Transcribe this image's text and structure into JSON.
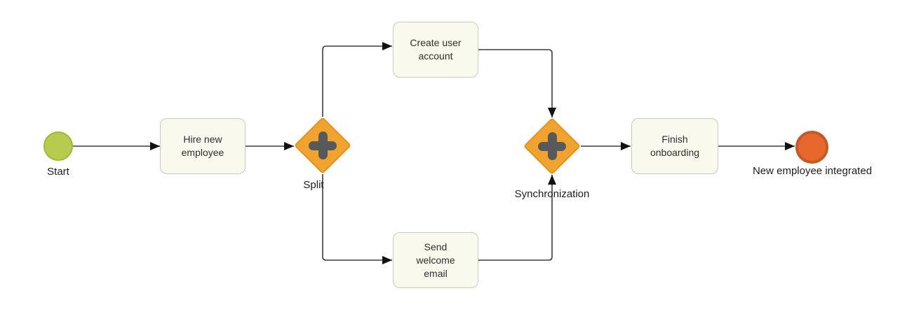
{
  "diagram": {
    "type": "bpmn-process",
    "start_event": {
      "label": "Start",
      "shape": "circle"
    },
    "tasks": {
      "hire": {
        "label": "Hire new\nemployee"
      },
      "create_account": {
        "label": "Create user\naccount"
      },
      "send_email": {
        "label": "Send\nwelcome\nemail"
      },
      "finish": {
        "label": "Finish\nonboarding"
      }
    },
    "gateways": {
      "split": {
        "label": "Split",
        "type": "parallel",
        "symbol": "plus"
      },
      "sync": {
        "label": "Synchronization",
        "type": "parallel",
        "symbol": "plus"
      }
    },
    "end_event": {
      "label": "New employee integrated",
      "shape": "circle"
    },
    "flows": [
      "Start → Hire new employee",
      "Hire new employee → Split",
      "Split → Create user account",
      "Split → Send welcome email",
      "Create user account → Synchronization",
      "Send welcome email → Synchronization",
      "Synchronization → Finish onboarding",
      "Finish onboarding → New employee integrated"
    ],
    "colors": {
      "start_fill": "#b5cc4e",
      "start_stroke": "#a0b93a",
      "end_fill": "#e8672c",
      "end_stroke": "#c25b28",
      "gateway_fill": "#f0a42f",
      "gateway_stroke": "#e0931e",
      "gateway_symbol": "#58595b",
      "task_fill": "#faf9ee",
      "task_stroke": "#cbcac2",
      "connector": "#3c3c3c",
      "arrowhead": "#111111"
    }
  }
}
